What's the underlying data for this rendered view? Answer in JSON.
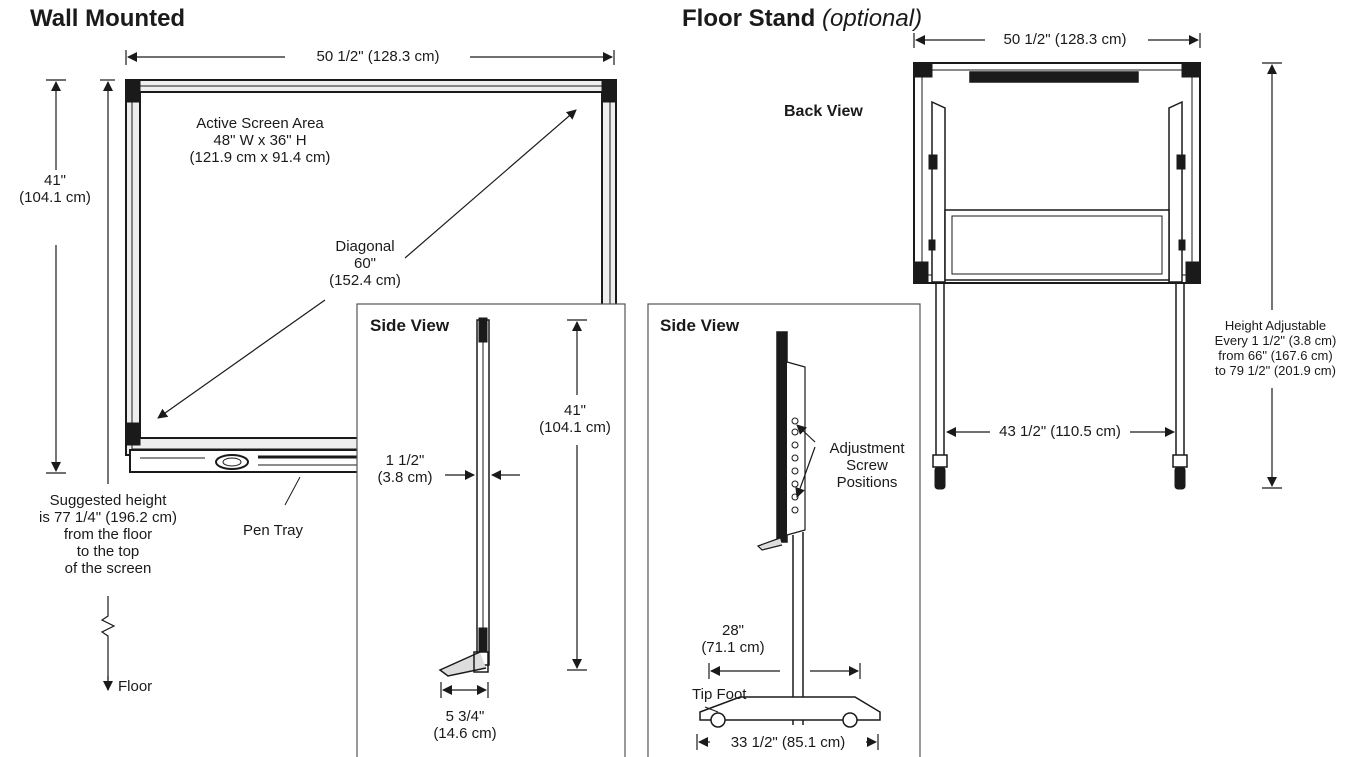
{
  "wall": {
    "title": "Wall Mounted",
    "width_dim": "50 1/2\" (128.3 cm)",
    "height_dim": [
      "41\"",
      "(104.1 cm)"
    ],
    "active_area": [
      "Active Screen Area",
      "48\" W x 36\" H",
      "(121.9 cm x 91.4 cm)"
    ],
    "diagonal": [
      "Diagonal",
      "60\"",
      "(152.4 cm)"
    ],
    "suggested_height": [
      "Suggested height",
      "is 77 1/4\" (196.2 cm)",
      "from the floor",
      "to the top",
      "of the screen"
    ],
    "floor": "Floor",
    "pen_tray": "Pen Tray"
  },
  "side_wall": {
    "title": "Side View",
    "height_dim": [
      "41\"",
      "(104.1 cm)"
    ],
    "thickness": [
      "1 1/2\"",
      "(3.8 cm)"
    ],
    "depth": [
      "5 3/4\"",
      "(14.6 cm)"
    ]
  },
  "side_stand": {
    "title": "Side View",
    "adjustment": [
      "Adjustment",
      "Screw",
      "Positions"
    ],
    "depth": [
      "28\"",
      "(71.1 cm)"
    ],
    "tip_foot": "Tip Foot",
    "foot_width": "33 1/2\" (85.1 cm)"
  },
  "stand": {
    "title": "Floor Stand",
    "title_suffix": "(optional)",
    "width_dim": "50 1/2\" (128.3 cm)",
    "back_view": "Back View",
    "leg_span": "43 1/2\" (110.5 cm)",
    "height_adj": [
      "Height Adjustable",
      "Every 1 1/2\" (3.8 cm)",
      "from 66\" (167.6 cm)",
      "to 79 1/2\" (201.9 cm)"
    ]
  },
  "colors": {
    "line": "#1a1a1a",
    "frame_fill": "#eeeeee",
    "panel_border": "#555555"
  }
}
